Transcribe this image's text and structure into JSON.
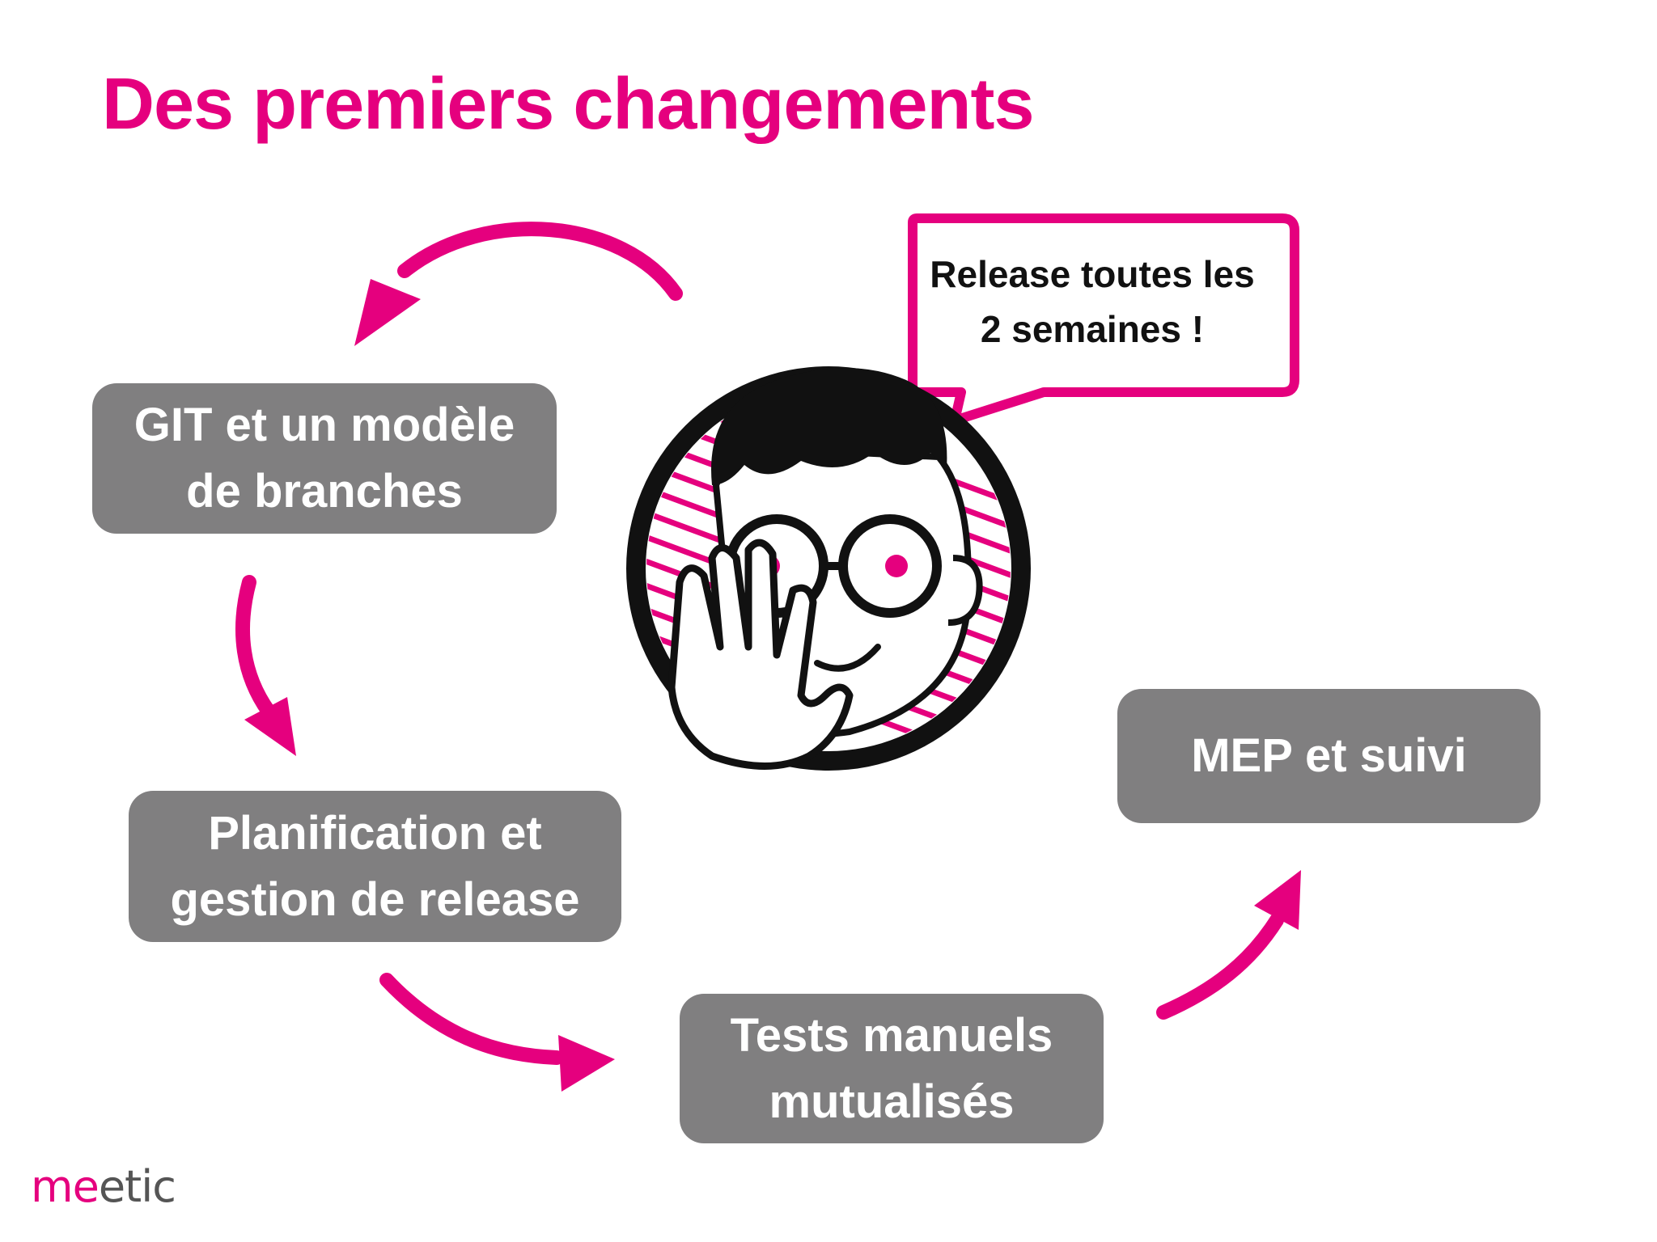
{
  "slide": {
    "title": "Des premiers changements",
    "accent_color": "#e5007e",
    "box_color": "#807f80"
  },
  "steps": [
    {
      "line1": "GIT et un modèle",
      "line2": "de branches"
    },
    {
      "line1": "Planification et",
      "line2": "gestion de release"
    },
    {
      "line1": "Tests manuels",
      "line2": "mutualisés"
    },
    {
      "line1": "MEP et suivi"
    }
  ],
  "bubble": {
    "line1": "Release toutes les",
    "line2": "2 semaines !"
  },
  "illustration": {
    "icon": "facepalm-cartoon-avatar"
  },
  "cycle_arrows": [
    "arrow-icon",
    "arrow-icon",
    "arrow-icon",
    "arrow-icon"
  ],
  "logo": {
    "text_part1": "me",
    "text_part2": "etic"
  }
}
